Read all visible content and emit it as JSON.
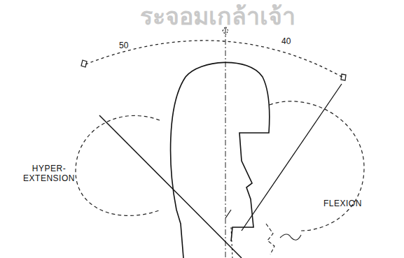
{
  "diagram": {
    "labels": [
      "ระจอมเกล้าเจ้า",
      "50",
      "40",
      "HYPER- EXTENSION",
      "FLEXION"
    ]
  }
}
